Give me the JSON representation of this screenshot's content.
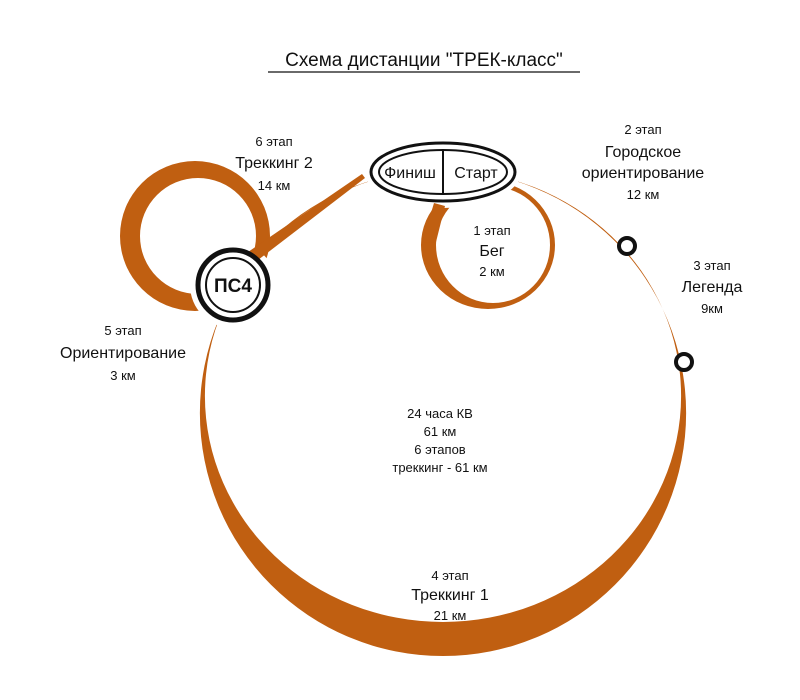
{
  "title": "Схема дистанции \"ТРЕК-класс\"",
  "colors": {
    "track": "#c05f11",
    "ink": "#111111",
    "background": "#ffffff"
  },
  "start_finish": {
    "finish": "Финиш",
    "start": "Старт"
  },
  "checkpoint": {
    "label": "ПС4"
  },
  "stages": [
    {
      "num": "1 этап",
      "name": "Бег",
      "dist": "2 км"
    },
    {
      "num": "2 этап",
      "name_lines": [
        "Городское",
        "ориентирование"
      ],
      "dist": "12 км"
    },
    {
      "num": "3 этап",
      "name": "Легенда",
      "dist": "9км"
    },
    {
      "num": "4 этап",
      "name": "Треккинг 1",
      "dist": "21 км"
    },
    {
      "num": "5 этап",
      "name": "Ориентирование",
      "dist": "3 км"
    },
    {
      "num": "6 этап",
      "name": "Треккинг 2",
      "dist": "14 км"
    }
  ],
  "summary": [
    "24 часа КВ",
    "61 км",
    "6 этапов",
    "треккинг - 61 км"
  ]
}
